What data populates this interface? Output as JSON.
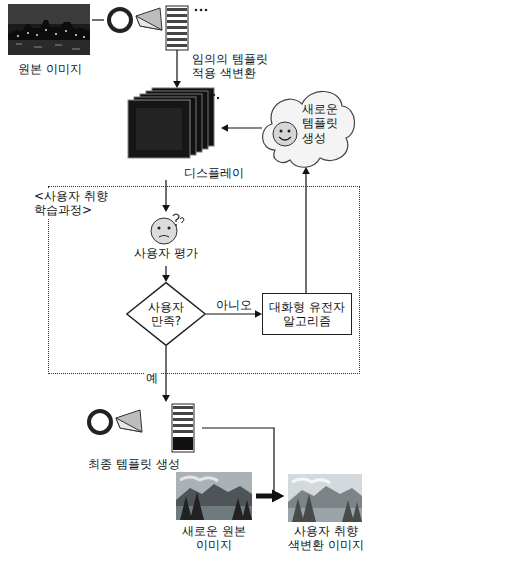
{
  "diagram": {
    "nodes": [
      {
        "text": [
          "원본 이미지"
        ]
      },
      {
        "text": [
          "임의의 템플릿 적용 색변환"
        ]
      },
      {
        "text": [
          "디스플레이"
        ]
      },
      {
        "text": [
          "새로운 템플릿 생성"
        ]
      },
      {
        "text": [
          "<사용자 취향 학습과정>"
        ]
      },
      {
        "text": [
          "사용자 평가"
        ],
        "in": 4
      },
      {
        "text": [
          "사용자 만족?"
        ],
        "in": 4
      },
      {
        "text": [
          "대화형 유전자 알고리즘"
        ],
        "in": 4
      },
      {
        "text": [
          "최종 템플릿 생성"
        ]
      },
      {
        "text": [
          "새로운 원본 이미지"
        ]
      },
      {
        "text": [
          "사용자 취향 색변환 이미지"
        ]
      }
    ],
    "edges": [
      {
        "from": 0,
        "to": 1,
        "arrow": "none"
      },
      {
        "from": 1,
        "to": 2,
        "arrow": "to"
      },
      {
        "from": 3,
        "to": 2,
        "arrow": "to"
      },
      {
        "from": 2,
        "to": 5,
        "arrow": "to"
      },
      {
        "from": 5,
        "to": 6,
        "arrow": "to"
      },
      {
        "from": 6,
        "to": 7,
        "label": "아니오",
        "arrow": "to"
      },
      {
        "from": 7,
        "to": 3,
        "arrow": "to"
      },
      {
        "from": 6,
        "to": 8,
        "label": "예",
        "arrow": "to"
      },
      {
        "from": 8,
        "to": 10,
        "arrow": "to"
      },
      {
        "from": 9,
        "to": 10,
        "arrow": "to"
      }
    ]
  }
}
